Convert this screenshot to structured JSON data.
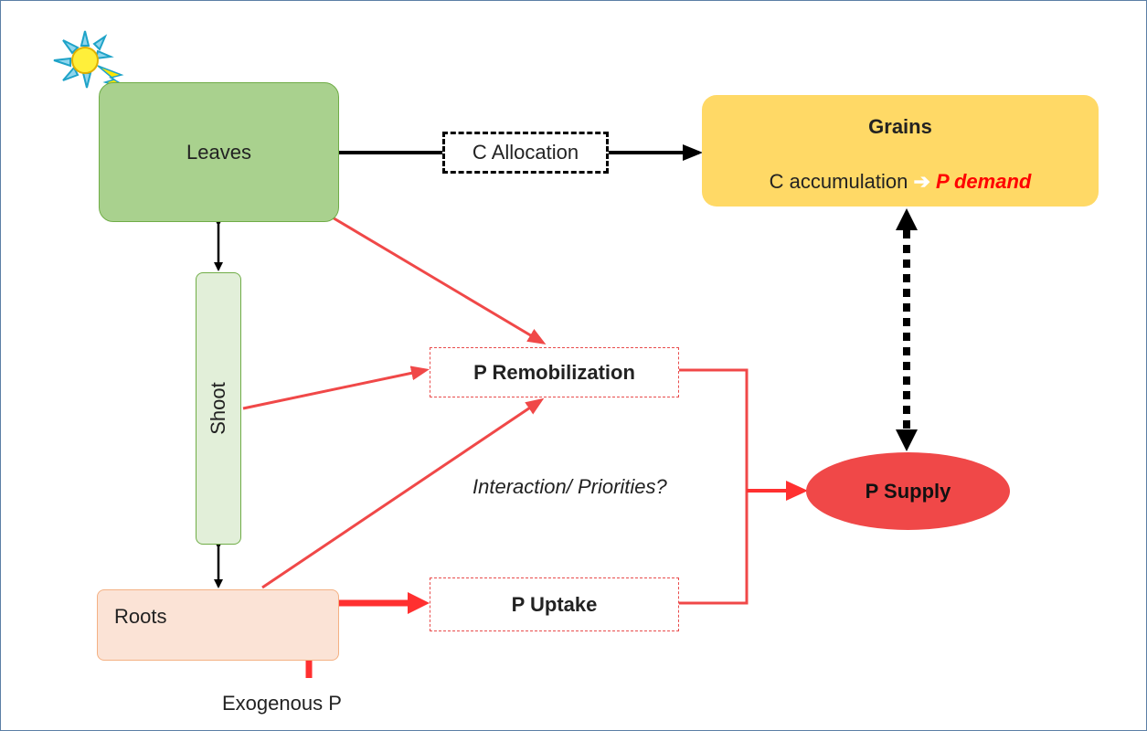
{
  "diagram": {
    "nodes": {
      "leaves": "Leaves",
      "shoot": "Shoot",
      "roots": "Roots",
      "grains_title": "Grains",
      "grains_line": "C accumulation",
      "grains_arrow": "➔",
      "grains_demand": "P demand",
      "c_allocation": "C Allocation",
      "p_remobilization": "P Remobilization",
      "p_uptake": "P Uptake",
      "p_supply": "P Supply"
    },
    "labels": {
      "interaction": "Interaction/ Priorities?",
      "exogenous": "Exogenous P"
    },
    "icons": [
      "sun-icon"
    ],
    "colors": {
      "leaves_fill": "#a9d18e",
      "shoot_fill": "#e2efd9",
      "roots_fill": "#fbe3d6",
      "grains_fill": "#ffd966",
      "p_supply_fill": "#f04848",
      "red_flow": "#f04848",
      "demand_text": "#ff0000"
    }
  }
}
